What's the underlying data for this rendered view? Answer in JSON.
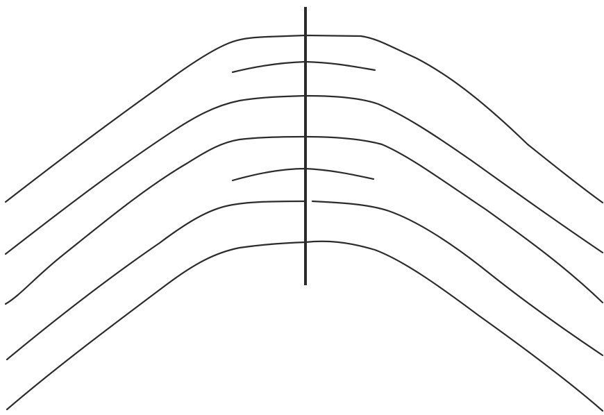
{
  "diagram": {
    "kind": "anticline fold cross-section",
    "description_visible_text": "",
    "layers": [
      {
        "id": "bed-1",
        "role": "full bed boundary"
      },
      {
        "id": "lens-upper",
        "role": "short lens near crest"
      },
      {
        "id": "bed-2",
        "role": "full bed boundary"
      },
      {
        "id": "bed-3",
        "role": "full bed boundary"
      },
      {
        "id": "lens-lower",
        "role": "short lens near crest"
      },
      {
        "id": "bed-4",
        "role": "full bed boundary (split at axis)"
      },
      {
        "id": "bed-5",
        "role": "full bed boundary"
      }
    ],
    "axis": {
      "id": "fold-axis",
      "role": "vertical axial line"
    },
    "stroke_color": "#2b2b2b",
    "background_color": "#ffffff"
  }
}
